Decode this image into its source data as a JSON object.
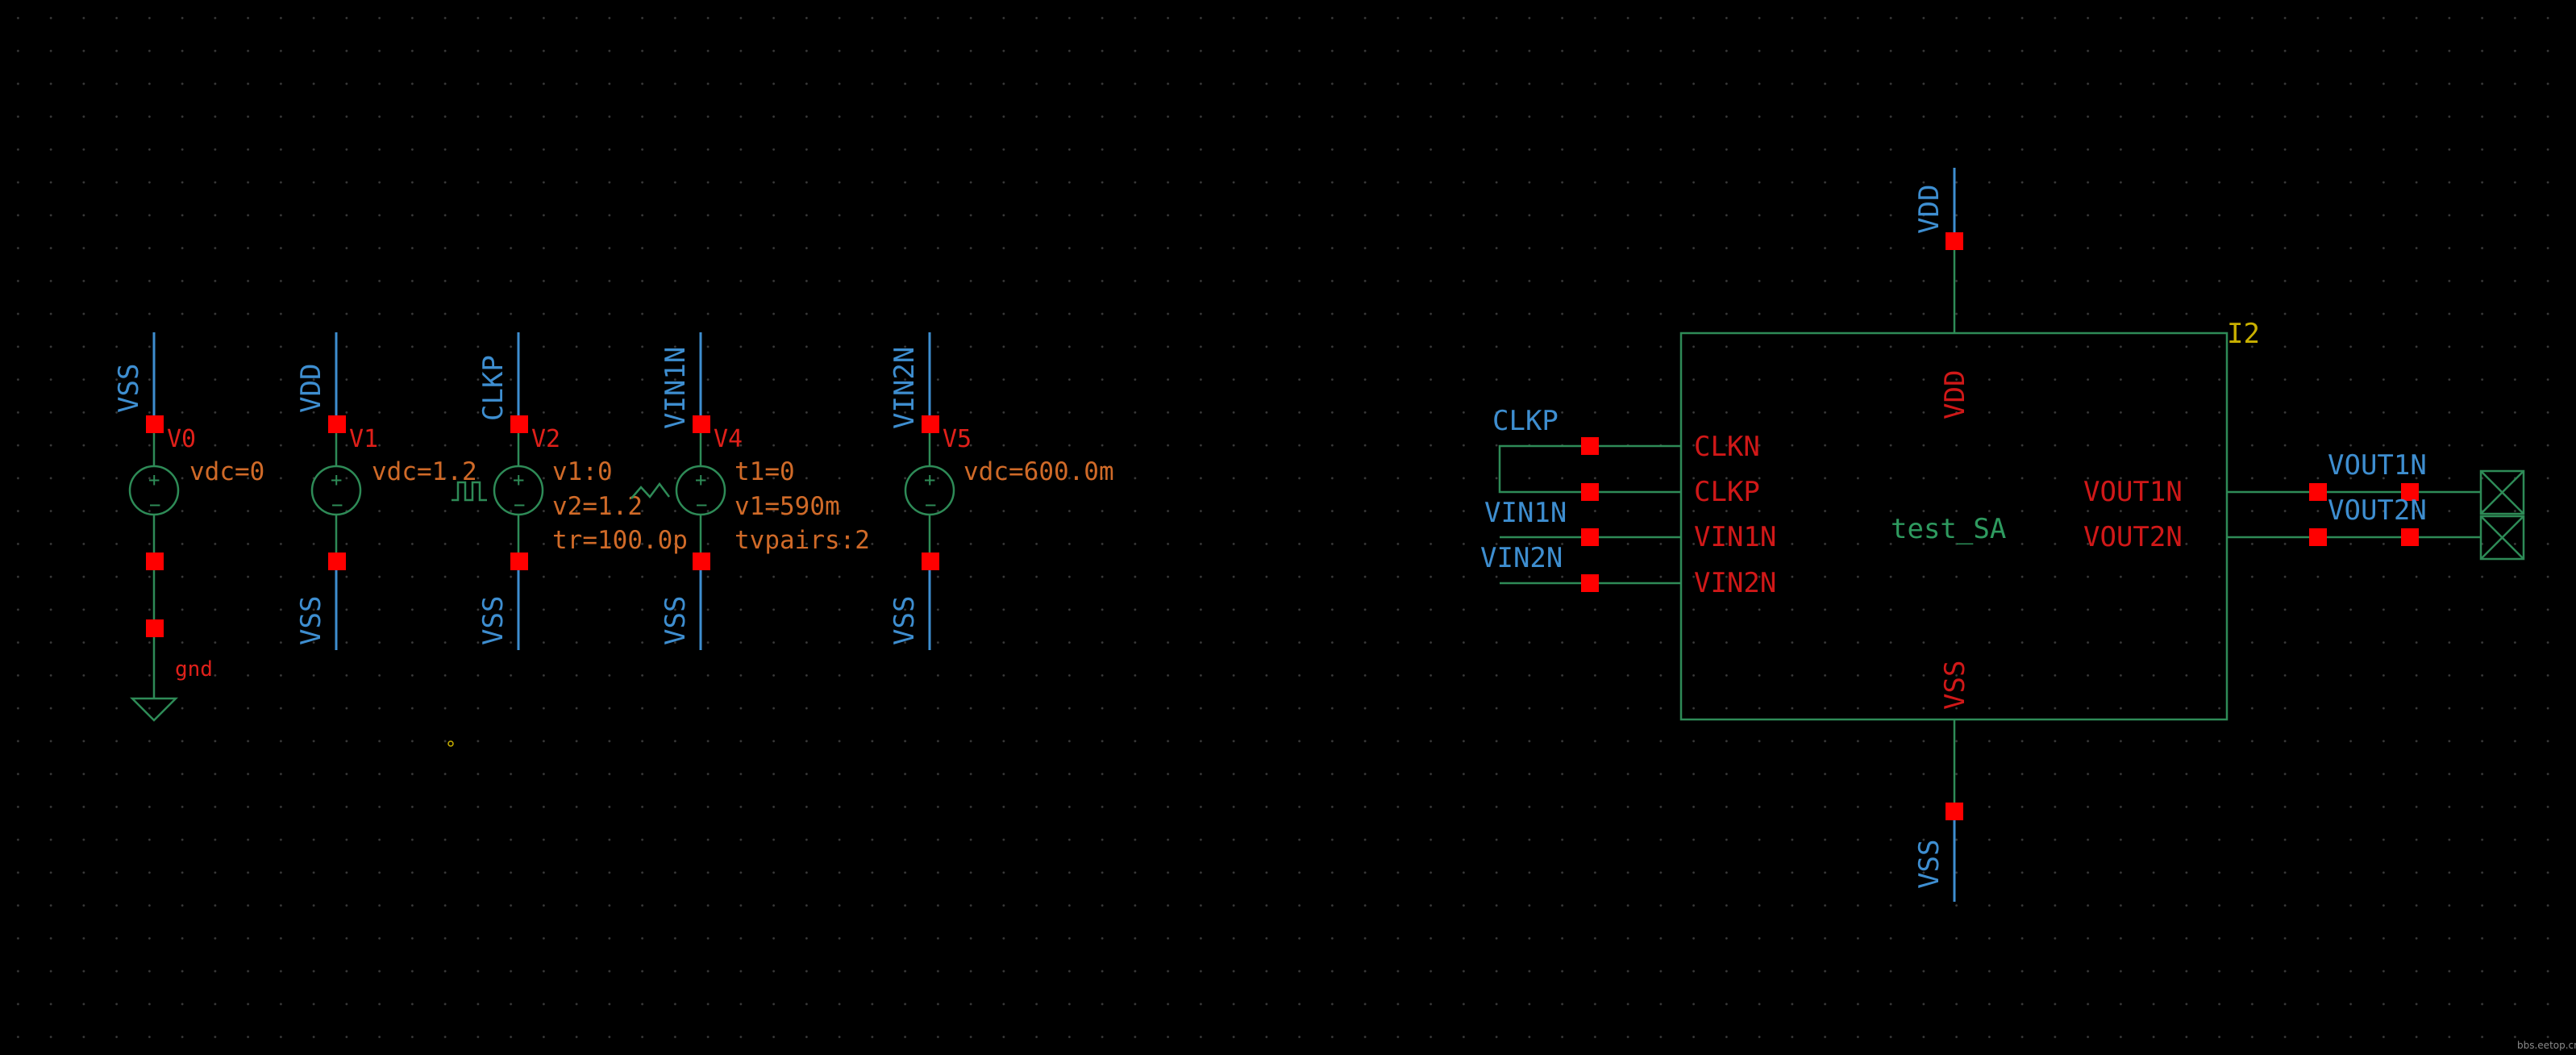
{
  "sources": [
    {
      "id": "v0",
      "net_top": "VSS",
      "inst": "V0",
      "params": [
        "vdc=0"
      ],
      "net_bottom": "",
      "ground_label": "gnd",
      "wave": ""
    },
    {
      "id": "v1",
      "net_top": "VDD",
      "inst": "V1",
      "params": [
        "vdc=1.2"
      ],
      "net_bottom": "VSS",
      "wave": ""
    },
    {
      "id": "v2",
      "net_top": "CLKP",
      "inst": "V2",
      "params": [
        "v1:0",
        "v2=1.2",
        "tr=100.0p"
      ],
      "net_bottom": "VSS",
      "wave": "pulse"
    },
    {
      "id": "v4",
      "net_top": "VIN1N",
      "inst": "V4",
      "params": [
        "t1=0",
        "v1=590m",
        "tvpairs:2"
      ],
      "net_bottom": "VSS",
      "wave": "pwl"
    },
    {
      "id": "v5",
      "net_top": "VIN2N",
      "inst": "V5",
      "params": [
        "vdc=600.0m"
      ],
      "net_bottom": "VSS",
      "wave": ""
    }
  ],
  "block": {
    "inst": "I2",
    "cell": "test_SA",
    "pins_left": [
      "CLKN",
      "CLKP",
      "VIN1N",
      "VIN2N"
    ],
    "pins_right": [
      "VOUT1N",
      "VOUT2N"
    ],
    "pin_top": "VDD",
    "pin_bottom": "VSS",
    "net_top": "VDD",
    "net_bottom": "VSS",
    "nets_left": [
      "CLKP",
      "VIN1N",
      "VIN2N"
    ],
    "nets_right": [
      "VOUT1N",
      "VOUT2N"
    ]
  },
  "watermark": "bbs.eetop.cn",
  "colors": {
    "background": "#000000",
    "wire": "#3e8ed0",
    "symbol": "#2e8b57",
    "pin": "#ff0000",
    "param": "#d06a28",
    "inst_label": "#e0201a",
    "instance_name": "#c9b000"
  }
}
